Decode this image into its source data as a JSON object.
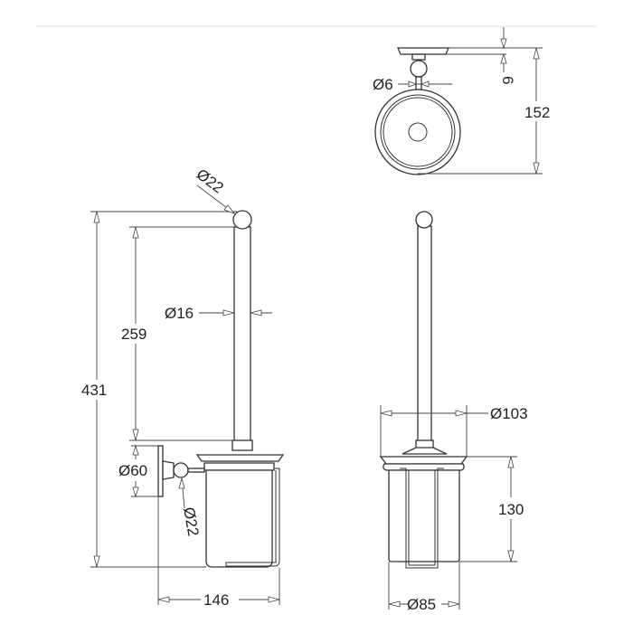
{
  "title": "Toilet brush holder dimension drawing",
  "line_color": "#333333",
  "side_view": {
    "overall_height": "431",
    "rod_length": "259",
    "knob_diameter": "Ø22",
    "rod_diameter": "Ø16",
    "plate_diameter": "Ø60",
    "bracket_ball_diameter": "Ø22",
    "projection": "146"
  },
  "top_view": {
    "plate_thickness": "6",
    "pin_diameter": "Ø6",
    "depth": "152"
  },
  "front_view": {
    "tray_diameter": "Ø103",
    "cup_height": "130",
    "cup_diameter": "Ø85"
  }
}
